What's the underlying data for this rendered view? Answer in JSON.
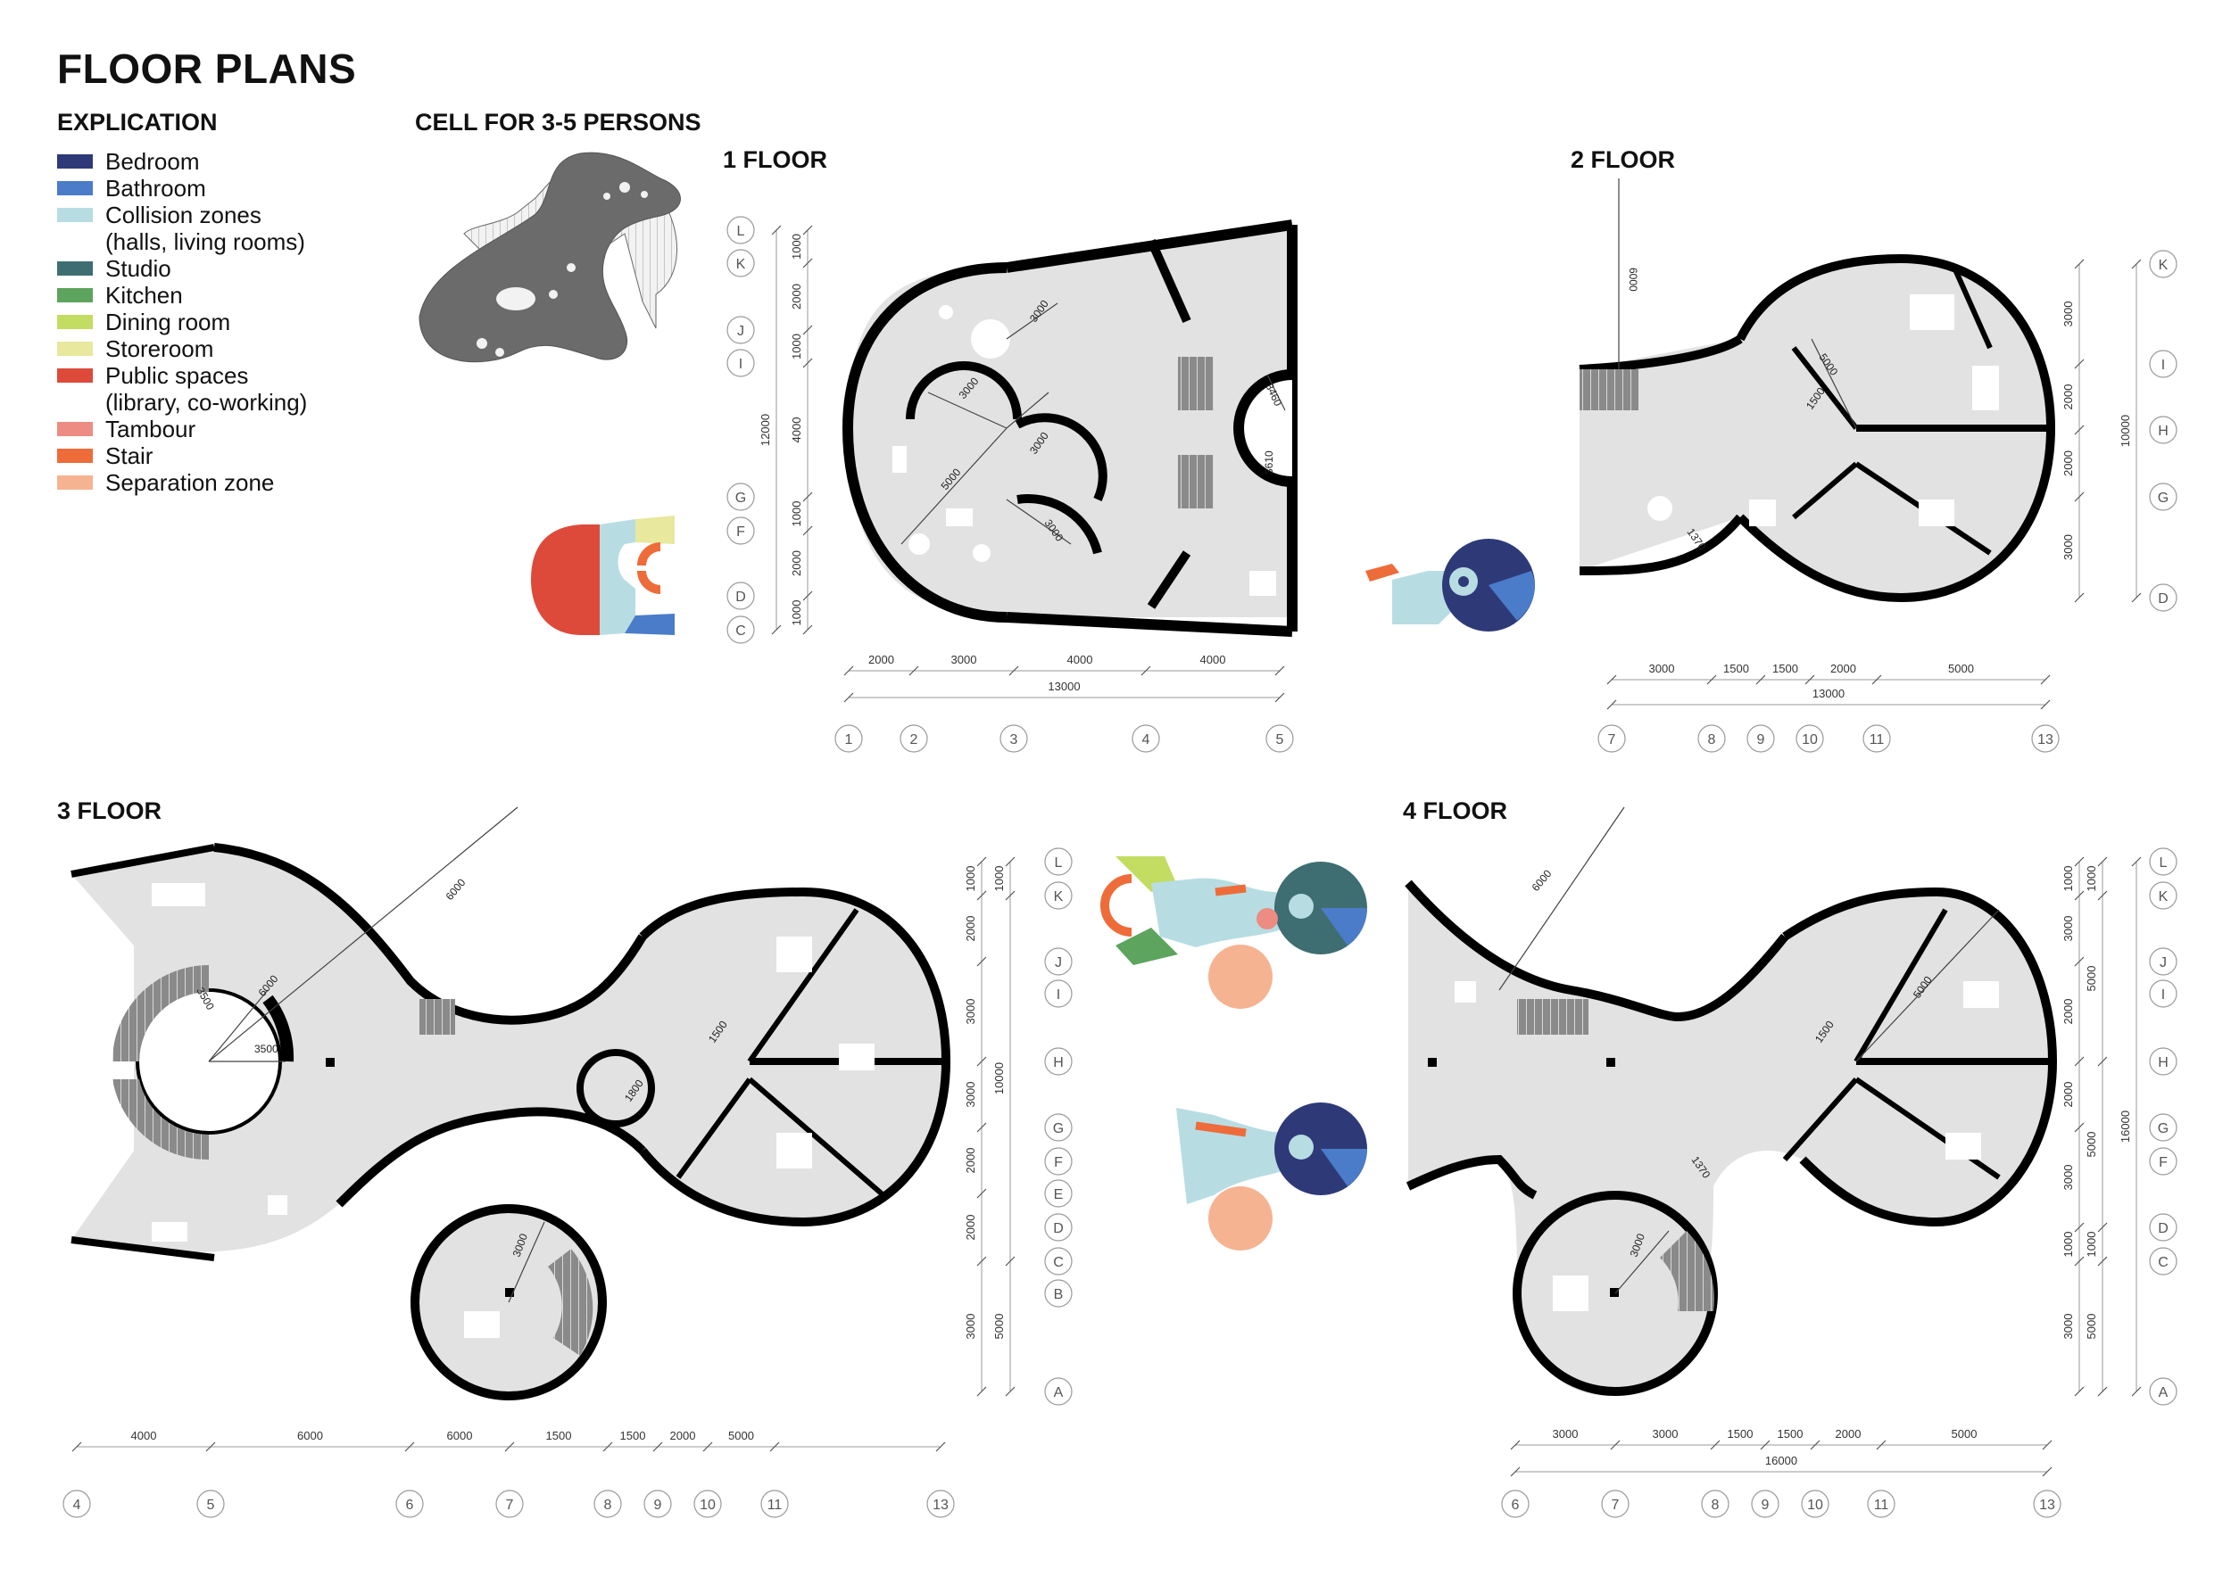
{
  "title": "FLOOR PLANS",
  "explication": {
    "heading": "EXPLICATION",
    "items": [
      {
        "label": "Bedroom",
        "color": "#2e3a78"
      },
      {
        "label": "Bathroom",
        "color": "#4a7cc9"
      },
      {
        "label": "Collision zones",
        "sub": "(halls, living rooms)",
        "color": "#b7dde3"
      },
      {
        "label": "Studio",
        "color": "#3f6e72"
      },
      {
        "label": "Kitchen",
        "color": "#5da45f"
      },
      {
        "label": "Dining room",
        "color": "#c3dc62"
      },
      {
        "label": "Storeroom",
        "color": "#e8e89e"
      },
      {
        "label": "Public spaces",
        "sub": "(library, co-working)",
        "color": "#dd4a3a"
      },
      {
        "label": "Tambour",
        "color": "#ec8c82"
      },
      {
        "label": "Stair",
        "color": "#ee6c3a"
      },
      {
        "label": "Separation zone",
        "color": "#f6b392"
      }
    ]
  },
  "cell_heading": "CELL FOR 3-5 PERSONS",
  "floor1": {
    "title": "1 FLOOR",
    "rows": [
      "L",
      "K",
      "J",
      "I",
      "G",
      "F",
      "D",
      "C"
    ],
    "row_dims": [
      "1000",
      "2000",
      "1000",
      "4000",
      "1000",
      "2000",
      "1000"
    ],
    "row_total": "12000",
    "cols": [
      "1",
      "2",
      "3",
      "4",
      "5"
    ],
    "col_dims": [
      "2000",
      "3000",
      "4000",
      "4000"
    ],
    "col_total": "13000",
    "radius_dims": [
      "3000",
      "3000",
      "3000",
      "3000",
      "5000",
      "3460",
      "3610"
    ]
  },
  "floor2": {
    "title": "2 FLOOR",
    "rows": [
      "K",
      "I",
      "H",
      "G",
      "D"
    ],
    "row_dims": [
      "3000",
      "2000",
      "2000",
      "3000"
    ],
    "row_total": "10000",
    "cols": [
      "7",
      "8",
      "9",
      "10",
      "11",
      "13"
    ],
    "col_dims": [
      "3000",
      "1500",
      "1500",
      "2000",
      "5000"
    ],
    "col_total": "13000",
    "radius_dims": [
      "6000",
      "5000",
      "1500",
      "1370"
    ]
  },
  "floor3": {
    "title": "3 FLOOR",
    "rows": [
      "L",
      "K",
      "J",
      "I",
      "H",
      "G",
      "F",
      "E",
      "D",
      "C",
      "B",
      "A"
    ],
    "row_dims": [
      "1000",
      "2000",
      "3000",
      "3000",
      "2000",
      "2000",
      "3000"
    ],
    "row_dims2": [
      "1000",
      "10000",
      "5000"
    ],
    "cols": [
      "4",
      "5",
      "6",
      "7",
      "8",
      "9",
      "10",
      "11",
      "13"
    ],
    "col_dims": [
      "4000",
      "6000",
      "6000",
      "1500",
      "1500",
      "2000",
      "5000"
    ],
    "radius_dims": [
      "6000",
      "6000",
      "3500",
      "3500",
      "1500",
      "1800",
      "3000"
    ]
  },
  "floor4": {
    "title": "4 FLOOR",
    "rows": [
      "L",
      "K",
      "J",
      "I",
      "H",
      "G",
      "F",
      "D",
      "C",
      "A"
    ],
    "row_dims": [
      "1000",
      "3000",
      "2000",
      "2000",
      "3000",
      "1000",
      "3000"
    ],
    "row_dims2": [
      "1000",
      "5000",
      "5000",
      "1000",
      "5000"
    ],
    "row_total": "16000",
    "cols": [
      "6",
      "7",
      "8",
      "9",
      "10",
      "11",
      "13"
    ],
    "col_dims": [
      "3000",
      "3000",
      "1500",
      "1500",
      "2000",
      "5000"
    ],
    "col_total": "16000",
    "radius_dims": [
      "6000",
      "5000",
      "1500",
      "1370",
      "3000"
    ]
  }
}
